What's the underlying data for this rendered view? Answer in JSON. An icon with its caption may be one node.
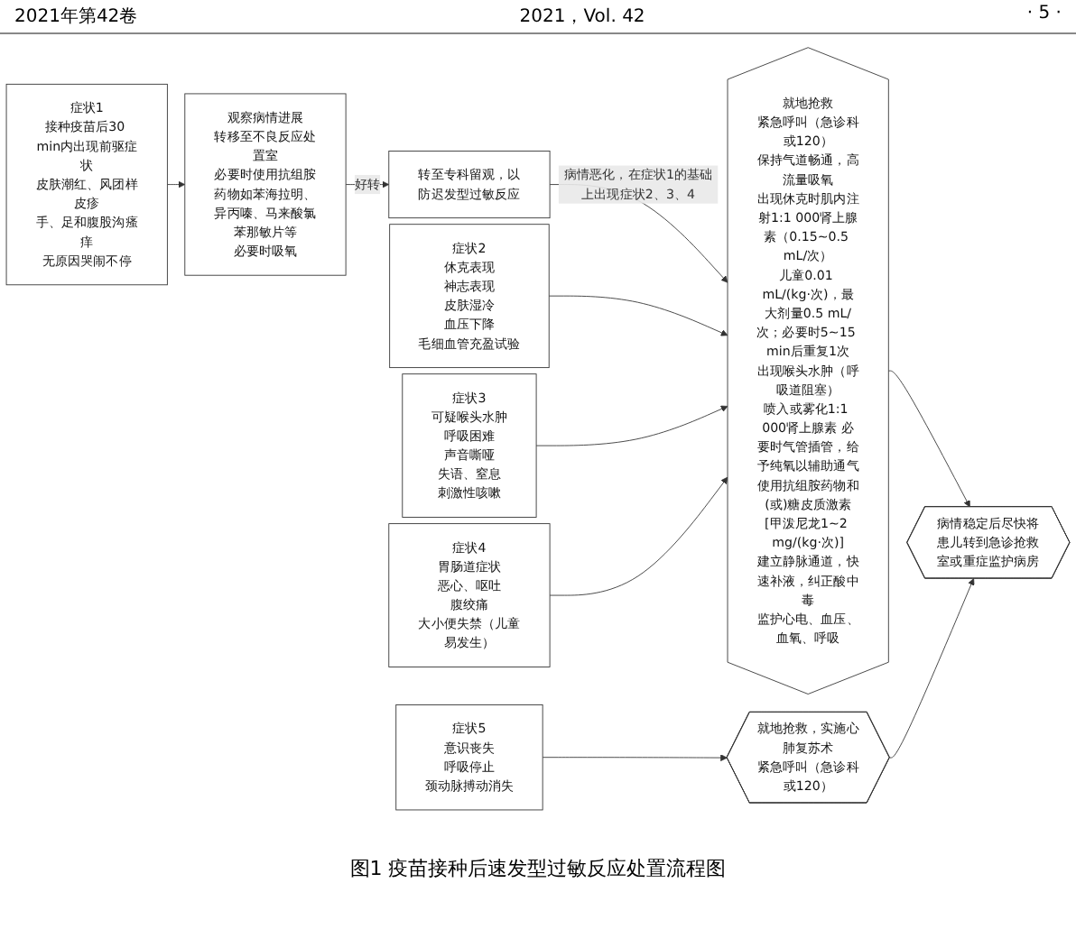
{
  "diagram": {
    "caption": "图1 疫苗接种后速发型过敏反应处置流程图",
    "nodes": [
      {
        "text": [
          "症状1",
          "接种疫苗后30 min内出现前驱症状",
          "皮肤潮红、风团样皮疹",
          "手、足和腹股沟瘙痒",
          "无原因哭闹不停"
        ]
      },
      {
        "text": [
          "观察病情进展",
          "转移至不良反应处置室",
          "必要时使用抗组胺药物如苯海拉明、异丙嗪、马来酸氯苯那敏片等",
          "必要时吸氧"
        ]
      },
      {
        "text": [
          "转至专科留观，以防迟发型过敏反应"
        ]
      },
      {
        "text": [
          "症状2",
          "休克表现",
          "神志表现",
          "皮肤湿冷",
          "血压下降",
          "毛细血管充盈试验"
        ]
      },
      {
        "text": [
          "症状3",
          "可疑喉头水肿",
          "呼吸困难",
          "声音嘶哑",
          "失语、窒息",
          "刺激性咳嗽"
        ]
      },
      {
        "text": [
          "症状4",
          "胃肠道症状",
          "恶心、呕吐",
          "腹绞痛",
          "大小便失禁（儿童易发生）"
        ]
      },
      {
        "text": [
          "就地抢救",
          "紧急呼叫（急诊科或120）",
          "保持气道畅通，高流量吸氧",
          "出现休克时肌内注射1:1 000肾上腺素（0.15~0.5 mL/次）",
          "儿童0.01 mL/(kg·次)，最大剂量0.5 mL/次；必要时5~15 min后重复1次",
          "出现喉头水肿（呼吸道阻塞）",
          "喷入或雾化1:1 000肾上腺素 必要时气管插管，给予纯氧以辅助通气",
          "使用抗组胺药物和(或)糖皮质激素[甲泼尼龙1~2 mg/(kg·次)]",
          "建立静脉通道，快速补液，纠正酸中毒",
          "监护心电、血压、血氧、呼吸"
        ]
      },
      {
        "text": [
          "症状5",
          "意识丧失",
          "呼吸停止",
          "颈动脉搏动消失"
        ]
      },
      {
        "text": [
          "就地抢救，实施心肺复苏术",
          "紧急呼叫（急诊科或120）"
        ]
      },
      {
        "text": [
          "病情稳定后尽快将患儿转到急诊抢救室或重症监护病房"
        ]
      }
    ],
    "edges": [
      {
        "from": 0,
        "to": 1,
        "arrow": "to"
      },
      {
        "from": 1,
        "to": 2,
        "arrow": "to",
        "label": "好转"
      },
      {
        "from": 2,
        "to": 6,
        "arrow": "to",
        "label": "病情恶化，在症状1的基础上出现症状2、3、4"
      },
      {
        "from": 3,
        "to": 6,
        "arrow": "to"
      },
      {
        "from": 4,
        "to": 6,
        "arrow": "to"
      },
      {
        "from": 5,
        "to": 6,
        "arrow": "to"
      },
      {
        "from": 6,
        "to": 9,
        "arrow": "to"
      },
      {
        "from": 7,
        "to": 8,
        "arrow": "to"
      },
      {
        "from": 8,
        "to": 9,
        "arrow": "to"
      }
    ],
    "labels": [
      "2021年第42卷",
      "2021，Vol. 42",
      "· 5 ·"
    ]
  }
}
